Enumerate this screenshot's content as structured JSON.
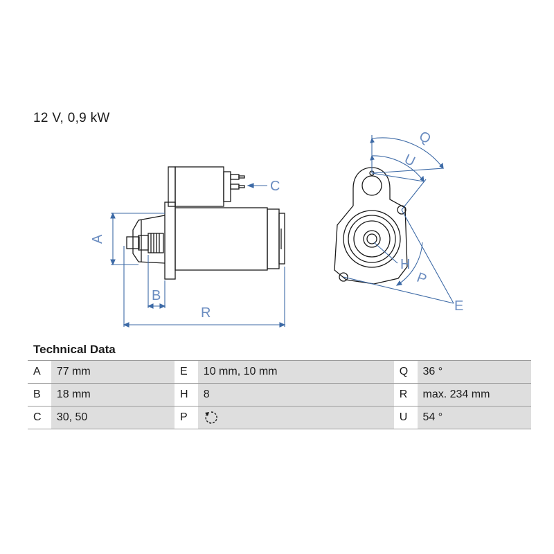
{
  "header": {
    "title": "12 V, 0,9 kW"
  },
  "drawing": {
    "labels": {
      "A": "A",
      "B": "B",
      "C": "C",
      "R": "R",
      "Q": "Q",
      "U": "U",
      "H": "H",
      "P": "P",
      "E": "E"
    },
    "dimension_color": "#3d6aa6",
    "outline_color": "#1a1a1a"
  },
  "technical_data": {
    "heading": "Technical Data",
    "rows": [
      [
        {
          "key": "A",
          "value": "77 mm"
        },
        {
          "key": "E",
          "value": "10 mm, 10 mm"
        },
        {
          "key": "Q",
          "value": "36 °"
        }
      ],
      [
        {
          "key": "B",
          "value": "18 mm"
        },
        {
          "key": "H",
          "value": "8"
        },
        {
          "key": "R",
          "value": "max. 234 mm"
        }
      ],
      [
        {
          "key": "C",
          "value": "30, 50"
        },
        {
          "key": "P",
          "value": "",
          "icon": "rotation-direction-icon"
        },
        {
          "key": "U",
          "value": "54 °"
        }
      ]
    ]
  }
}
